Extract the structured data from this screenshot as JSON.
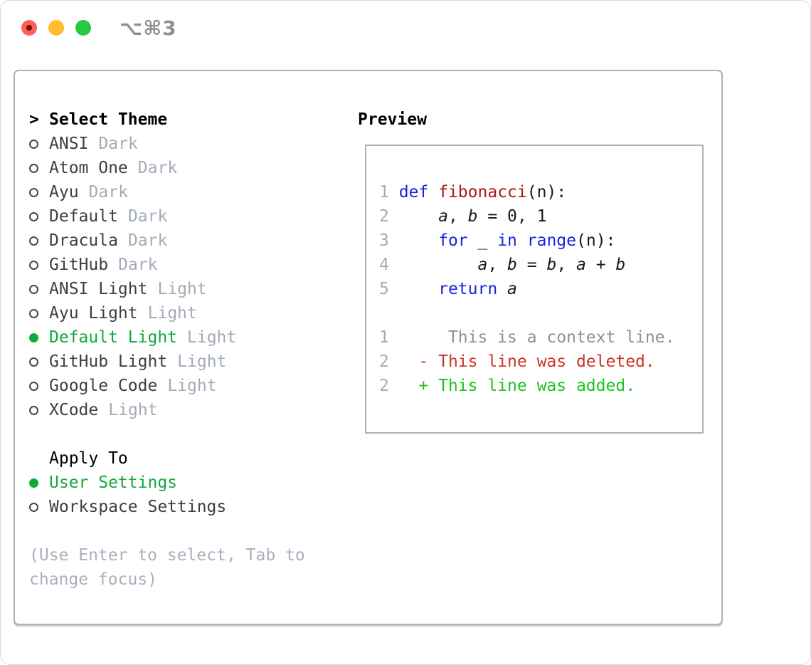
{
  "window": {
    "title": "⌥⌘3",
    "controls": [
      {
        "id": "close"
      },
      {
        "id": "minimize"
      },
      {
        "id": "zoom"
      }
    ]
  },
  "theme_list": {
    "header_marker": ">",
    "header_label": "Select Theme",
    "items": [
      {
        "name": "ANSI",
        "variant": "Dark",
        "selected": false
      },
      {
        "name": "Atom One",
        "variant": "Dark",
        "selected": false
      },
      {
        "name": "Ayu",
        "variant": "Dark",
        "selected": false
      },
      {
        "name": "Default",
        "variant": "Dark",
        "selected": false
      },
      {
        "name": "Dracula",
        "variant": "Dark",
        "selected": false
      },
      {
        "name": "GitHub",
        "variant": "Dark",
        "selected": false
      },
      {
        "name": "ANSI Light",
        "variant": "Light",
        "selected": false
      },
      {
        "name": "Ayu Light",
        "variant": "Light",
        "selected": false
      },
      {
        "name": "Default Light",
        "variant": "Light",
        "selected": true
      },
      {
        "name": "GitHub Light",
        "variant": "Light",
        "selected": false
      },
      {
        "name": "Google Code",
        "variant": "Light",
        "selected": false
      },
      {
        "name": "XCode",
        "variant": "Light",
        "selected": false
      }
    ]
  },
  "apply_to": {
    "header": "Apply To",
    "options": [
      {
        "label": "User Settings",
        "selected": true
      },
      {
        "label": "Workspace Settings",
        "selected": false
      }
    ]
  },
  "hint": "(Use Enter to select, Tab to change focus)",
  "preview": {
    "title": "Preview",
    "code_lines": [
      {
        "kind": "code",
        "num": "1",
        "segments": [
          {
            "text": "def",
            "token": "keyword"
          },
          {
            "text": " ",
            "token": "plain"
          },
          {
            "text": "fibonacci",
            "token": "function"
          },
          {
            "text": "(n):",
            "token": "plain"
          }
        ]
      },
      {
        "kind": "code",
        "num": "2",
        "segments": [
          {
            "text": "    ",
            "token": "plain"
          },
          {
            "text": "a",
            "token": "variable"
          },
          {
            "text": ", ",
            "token": "plain"
          },
          {
            "text": "b",
            "token": "variable"
          },
          {
            "text": " = 0, 1",
            "token": "plain"
          }
        ]
      },
      {
        "kind": "code",
        "num": "3",
        "segments": [
          {
            "text": "    ",
            "token": "plain"
          },
          {
            "text": "for",
            "token": "keyword"
          },
          {
            "text": " _ ",
            "token": "plain"
          },
          {
            "text": "in",
            "token": "keyword"
          },
          {
            "text": " ",
            "token": "plain"
          },
          {
            "text": "range",
            "token": "keyword"
          },
          {
            "text": "(n):",
            "token": "plain"
          }
        ]
      },
      {
        "kind": "code",
        "num": "4",
        "segments": [
          {
            "text": "        ",
            "token": "plain"
          },
          {
            "text": "a",
            "token": "variable"
          },
          {
            "text": ", ",
            "token": "plain"
          },
          {
            "text": "b",
            "token": "variable"
          },
          {
            "text": " = ",
            "token": "plain"
          },
          {
            "text": "b",
            "token": "variable"
          },
          {
            "text": ", ",
            "token": "plain"
          },
          {
            "text": "a",
            "token": "variable"
          },
          {
            "text": " + ",
            "token": "plain"
          },
          {
            "text": "b",
            "token": "variable"
          }
        ]
      },
      {
        "kind": "code",
        "num": "5",
        "segments": [
          {
            "text": "    ",
            "token": "plain"
          },
          {
            "text": "return",
            "token": "keyword"
          },
          {
            "text": " ",
            "token": "plain"
          },
          {
            "text": "a",
            "token": "variable"
          }
        ]
      },
      {
        "kind": "blank",
        "num": "",
        "segments": []
      },
      {
        "kind": "diff-context",
        "num": "1",
        "segments": [
          {
            "text": "     This is a context line.",
            "token": "context"
          }
        ]
      },
      {
        "kind": "diff-deleted",
        "num": "2",
        "segments": [
          {
            "text": "  - This line was deleted.",
            "token": "deleted"
          }
        ]
      },
      {
        "kind": "diff-added",
        "num": "2",
        "segments": [
          {
            "text": "  + This line was added.",
            "token": "added"
          }
        ]
      }
    ]
  },
  "colors": {
    "accent_green": "#10a93e",
    "diff_added_green": "#1ac41a",
    "diff_deleted_red": "#cb3424",
    "keyword_blue": "#1a23dc",
    "function_red": "#ab1616",
    "muted_gray": "#a3abb8",
    "context_gray": "#8b929a",
    "traffic_red": "#ff5f57",
    "traffic_yellow": "#febc2e",
    "traffic_green": "#28c840",
    "border_gray": "#a9b1bb"
  }
}
